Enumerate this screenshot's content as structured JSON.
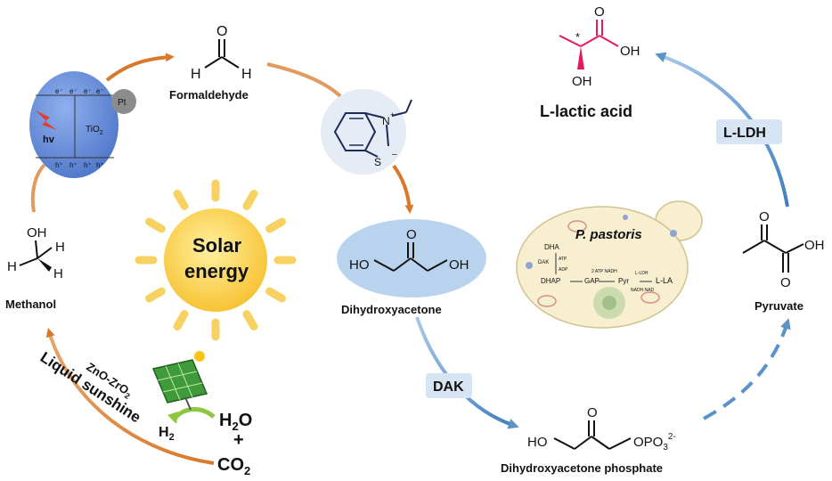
{
  "compounds": {
    "formaldehyde": "Formaldehyde",
    "methanol": "Methanol",
    "dihydroxyacetone": "Dihydroxyacetone",
    "dhap": "Dihydroxyacetone phosphate",
    "pyruvate": "Pyruvate",
    "lactic_acid": "L-lactic acid"
  },
  "enzymes": {
    "dak": "DAK",
    "l_ldh": "L-LDH"
  },
  "solar": {
    "line1": "Solar",
    "line2": "energy"
  },
  "photocatalyst": {
    "material": "TiO",
    "material_sub": "2",
    "cocatalyst": "Pt",
    "light": "hv",
    "electron": "e⁻",
    "hole": "h⁺"
  },
  "liquid_sunshine": {
    "title": "Liquid sunshine",
    "catalyst": "ZnO-ZrO",
    "catalyst_sub": "2"
  },
  "reactants": {
    "h2": "H",
    "h2_sub": "2",
    "water": "H",
    "water_sub": "2",
    "water_end": "O",
    "plus": "+",
    "co2": "CO",
    "co2_sub": "2"
  },
  "structure_atoms": {
    "O": "O",
    "H": "H",
    "OH": "OH",
    "HO": "HO",
    "OPO3": "OPO",
    "OPO3_sub": "3",
    "OPO3_sup": "2-",
    "N": "N",
    "S": "S",
    "plus_charge": "+",
    "minus_charge": "–",
    "chiral_mark": "*"
  },
  "yeast": {
    "name": "P. pastoris",
    "dha": "DHA",
    "dak": "DAK",
    "atp": "ATP",
    "adp": "ADP",
    "dhap": "DHAP",
    "gap": "GAP",
    "atp_nadh": "2 ATP NADH",
    "pyr": "Pyr",
    "l_ldh": "L-LDH",
    "nadh_nad": "NADH NAD",
    "l_la": "L-LA"
  },
  "colors": {
    "orange_arrow": "#d9782b",
    "blue_arrow": "#5b93c9",
    "lactic_pink": "#e5195f",
    "water_magenta": "#e5195f",
    "solar_text": "#e5195f",
    "dha_ellipse": "#b9d3ee",
    "cell_fill": "#f7efd0",
    "tio2_blue": "#5f86d6"
  }
}
